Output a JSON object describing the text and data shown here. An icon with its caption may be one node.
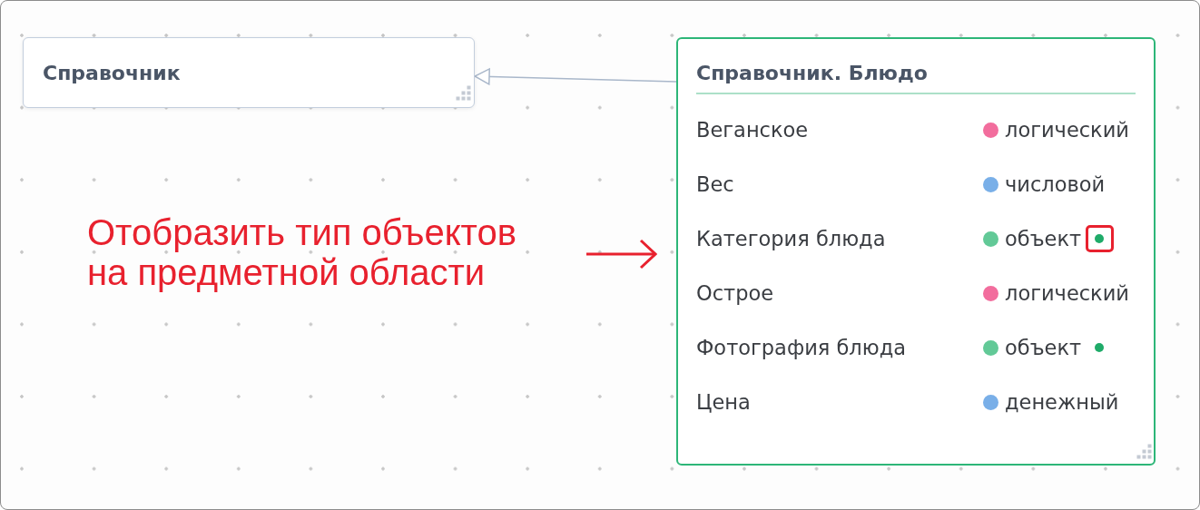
{
  "diagram": {
    "nodes": [
      {
        "text": [
          "Справочник"
        ]
      },
      {
        "text": [
          "Справочник. Блюдо",
          "Веганское",
          "логический",
          "Вес",
          "числовой",
          "Категория блюда",
          "объект",
          "Острое",
          "логический",
          "Фотография блюда",
          "объект",
          "Цена",
          "денежный"
        ]
      },
      {
        "text": [
          "Отобразить тип объектов на предметной области"
        ]
      }
    ],
    "edges": [
      {
        "from": 1,
        "to": 0,
        "arrow": "to"
      },
      {
        "from": 2,
        "to": 1,
        "arrow": "to",
        "color": "#e8212e"
      }
    ]
  }
}
